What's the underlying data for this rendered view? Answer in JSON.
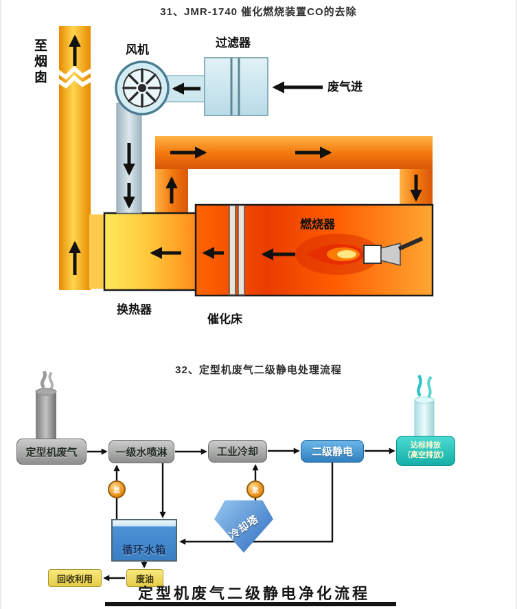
{
  "section1": {
    "title": "31、JMR-1740 催化燃烧装置CO的去除",
    "labels": {
      "to_chimney": "至烟囱",
      "fan": "风机",
      "filter": "过滤器",
      "waste_gas_in": "废气进",
      "burner": "燃烧器",
      "heat_exchanger": "换热器",
      "catalyst_bed": "催化床"
    },
    "colors": {
      "duct_orange": "#f47a0e",
      "duct_yellow": "#ffd54f",
      "chamber_red": "#ea3c00",
      "heat_exchanger_yellow": "#ffe95c",
      "fan_blue": "#d4ecf4",
      "filter_blue": "#cfe6ef",
      "flame_red": "#e62e00",
      "flame_core_yellow": "#ffe680"
    }
  },
  "section2": {
    "title": "32、定型机废气二级静电处理流程",
    "caption": "定型机废气二级静电净化流程",
    "nodes": {
      "source": "定型机废气",
      "spray": "一级水喷淋",
      "cooling": "工业冷却",
      "electrostatic": "二级静电",
      "discharge_line1": "达标排放",
      "discharge_line2": "（高空排放）",
      "pump_left": "泵",
      "pump_right": "泵",
      "cooling_tower": "冷却塔",
      "water_tank": "循环水箱",
      "waste_oil": "废油",
      "recycle": "回收利用"
    },
    "colors": {
      "node_gray": "#a8a8a8",
      "node_blue": "#2f7fc0",
      "node_cyan": "#15aea7",
      "node_yellow": "#f0dd60",
      "water_blue": "#3a7ec4",
      "pump_orange": "#e8860a",
      "smoke_gray": "#8a8a8a",
      "smoke_teal": "#2fc4c4"
    }
  }
}
